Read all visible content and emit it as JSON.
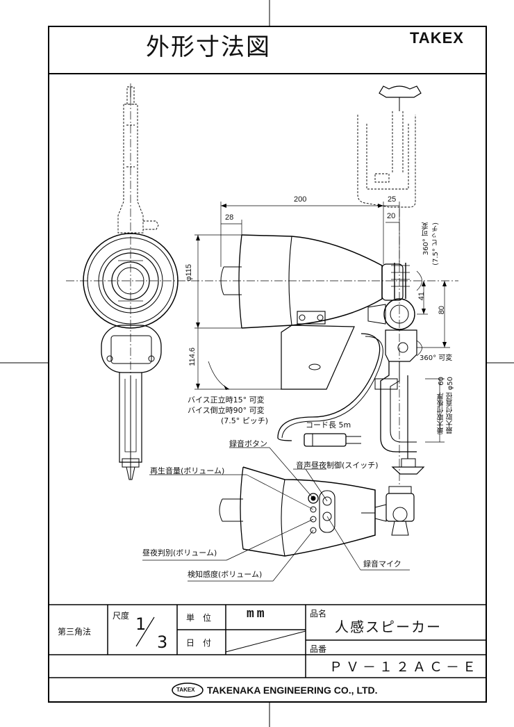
{
  "header": {
    "title": "外形寸法図",
    "brand": "TAKEX"
  },
  "dimensions": {
    "d200": "200",
    "d25": "25",
    "d28": "28",
    "d20": "20",
    "d115": "φ115",
    "d41": "41",
    "d80": "80",
    "d114": "114.6",
    "rot_top": "360° 可変",
    "rot_top_pitch": "(7.5° ピッチ)",
    "rot_bottom": "360° 可変",
    "clamp_thickness": "最大取付板厚　60",
    "clamp_diameter": "最大取付直径 φ50"
  },
  "annotations": {
    "vise_upright": "バイス正立時15° 可変",
    "vise_inverted": "バイス倒立時90° 可変",
    "vise_pitch": "(7.5° ピッチ)",
    "cord": "コード長 5m",
    "record_button": "録音ボタン",
    "day_night_switch": "音声昼夜制御(スイッチ)",
    "playback_volume": "再生音量(ボリューム)",
    "day_night_volume": "昼夜判別(ボリューム)",
    "sensitivity_volume": "検知感度(ボリューム)",
    "record_mic": "録音マイク"
  },
  "title_block": {
    "projection": "第三角法",
    "scale_label": "尺度",
    "scale_num": "1",
    "scale_den": "3",
    "unit_label": "単　位",
    "unit_value": "mm",
    "date_label": "日　付",
    "product_name_label": "品名",
    "product_name": "人感スピーカー",
    "product_no_label": "品番",
    "product_no": "ＰＶ－１２ＡＣ－Ｅ",
    "company": "TAKENAKA ENGINEERING CO., LTD.",
    "company_logo": "TAKEX"
  }
}
